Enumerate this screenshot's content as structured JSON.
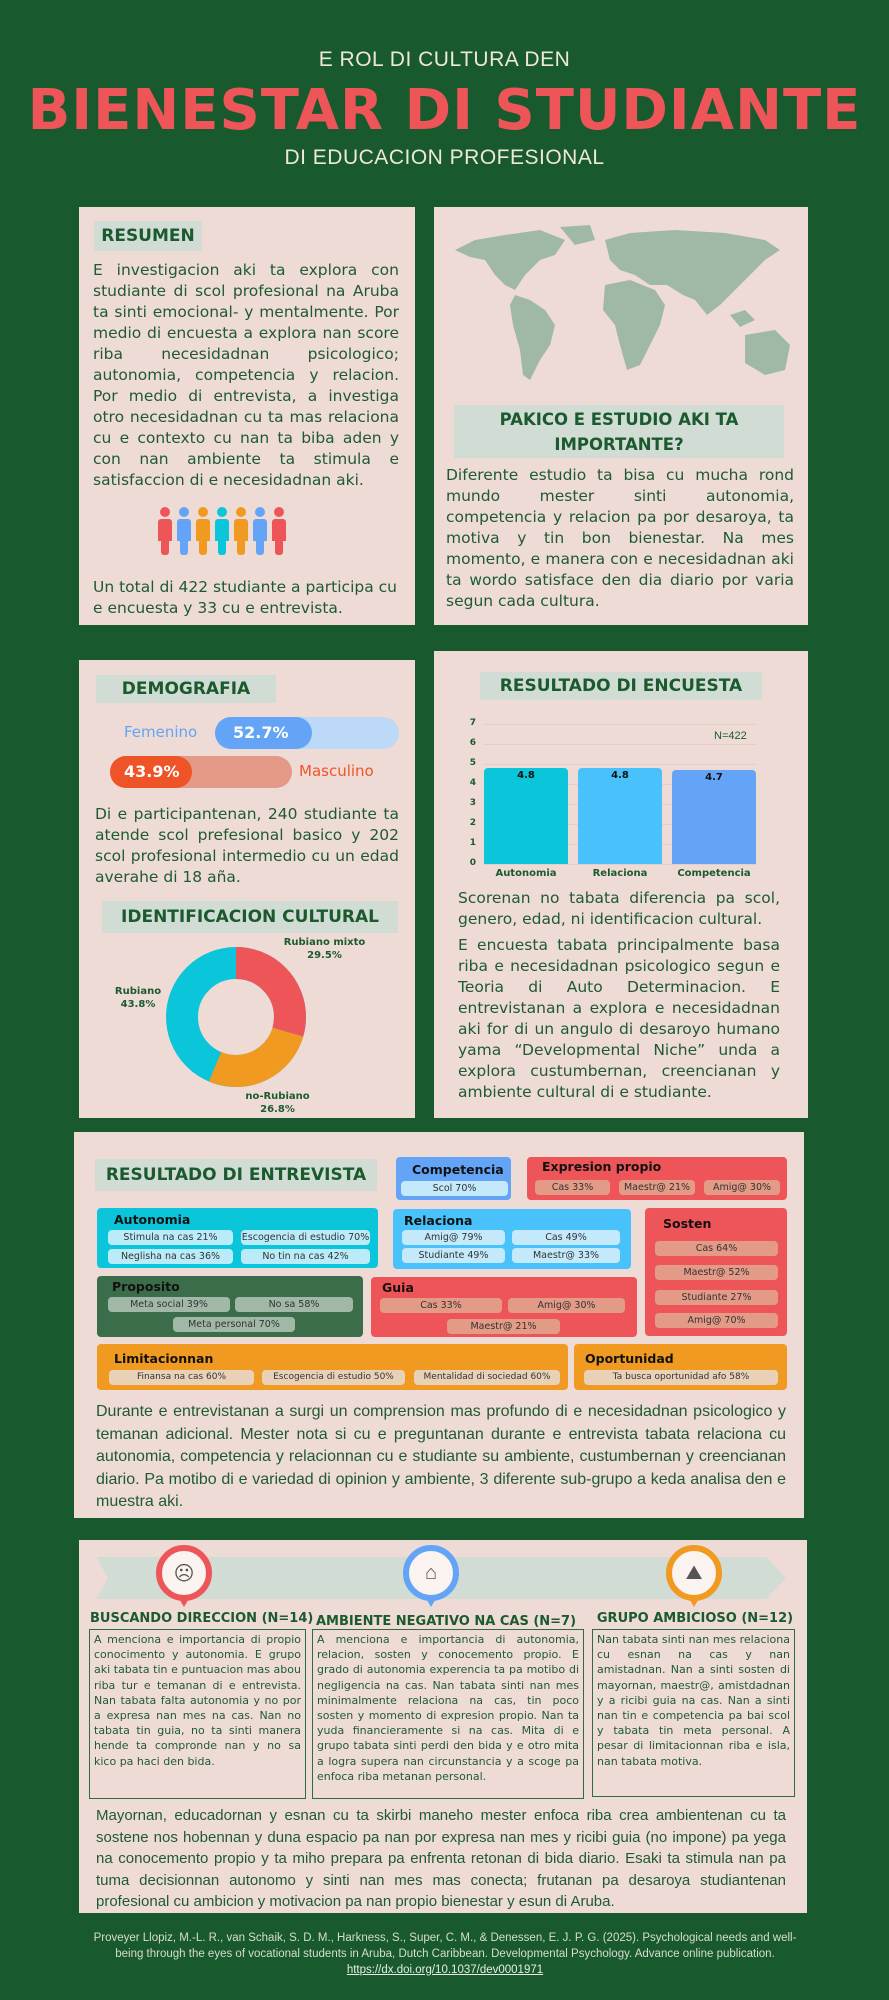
{
  "header": {
    "pre_title": "E ROL DI CULTURA DEN",
    "title": "BIENESTAR DI STUDIANTE",
    "sub_title": "DI EDUCACION PROFESIONAL"
  },
  "resumen": {
    "title": "RESUMEN",
    "body": "E investigacion aki ta explora con studiante di scol profesional na Aruba ta sinti emocional- y mentalmente. Por medio di encuesta a explora nan score riba necesidadnan psicologico; autonomia, competencia y relacion. Por medio di entrevista, a investiga otro necesidadnan cu ta mas relaciona cu e contexto cu nan ta biba aden y con nan ambiente ta stimula e satisfaccion di e necesidadnan aki.",
    "people_icon_colors": [
      "#ee5558",
      "#64a4f6",
      "#f19a21",
      "#0bc6da",
      "#f19a21",
      "#64a4f6",
      "#ee5558"
    ],
    "total": "Un total di 422 studiante a participa cu e encuesta y 33 cu e entrevista."
  },
  "importance": {
    "map_icon": "world-map-icon",
    "title": "PAKICO E ESTUDIO AKI TA IMPORTANTE?",
    "body": "Diferente estudio ta bisa cu mucha rond mundo mester sinti autonomia, competencia y relacion pa por desaroya, ta motiva y tin bon bienestar. Na mes momento, e manera con e necesidadnan aki ta wordo satisface den dia diario por varia segun cada cultura."
  },
  "demografia": {
    "title": "DEMOGRAFIA",
    "female_label": "Femenino",
    "female_value": "52.7%",
    "male_label": "Masculino",
    "male_value": "43.9%",
    "body": "Di e participantenan, 240 studiante ta atende scol prefesional basico y 202 scol profesional intermedio cu un edad averahe di 18 aña."
  },
  "identificacion": {
    "title": "IDENTIFICACION CULTURAL",
    "slices": [
      {
        "label": "Rubiano mixto",
        "value": "29.5%"
      },
      {
        "label": "no-Rubiano",
        "value": "26.8%"
      },
      {
        "label": "Rubiano",
        "value": "43.8%"
      }
    ]
  },
  "encuesta": {
    "title": "RESULTADO DI ENCUESTA",
    "n_label": "N=422",
    "y_ticks": [
      "0",
      "1",
      "2",
      "3",
      "4",
      "5",
      "6",
      "7"
    ],
    "bars": [
      {
        "label": "Autonomia",
        "value": "4.8"
      },
      {
        "label": "Relaciona",
        "value": "4.8"
      },
      {
        "label": "Competencia",
        "value": "4.7"
      }
    ],
    "note": "Scorenan no tabata diferencia pa scol, genero, edad, ni identificacion cultural.",
    "body": "E encuesta tabata principalmente basa riba e necesidadnan psicologico segun e Teoria di Auto Determinacion. E entrevistanan a explora e necesidadnan aki for di un angulo di desaroyo humano yama “Developmental Niche” unda a explora custumbernan, creencianan y ambiente cultural di e studiante."
  },
  "chart_data": [
    {
      "type": "bar",
      "title": "RESULTADO DI ENCUESTA",
      "categories": [
        "Autonomia",
        "Relaciona",
        "Competencia"
      ],
      "values": [
        4.8,
        4.8,
        4.7
      ],
      "xlabel": "",
      "ylabel": "",
      "ylim": [
        0,
        7
      ],
      "annotations": [
        "N=422"
      ],
      "grid": true
    },
    {
      "type": "pie",
      "title": "IDENTIFICACION CULTURAL",
      "categories": [
        "Rubiano mixto",
        "no-Rubiano",
        "Rubiano"
      ],
      "values": [
        29.5,
        26.8,
        43.8
      ],
      "colors": [
        "#ee5558",
        "#f19a21",
        "#0bc6da"
      ]
    },
    {
      "type": "bar",
      "title": "DEMOGRAFIA",
      "categories": [
        "Femenino",
        "Masculino"
      ],
      "values": [
        52.7,
        43.9
      ]
    }
  ],
  "entrevista": {
    "title": "RESULTADO DI ENTREVISTA",
    "competencia": {
      "title": "Competencia",
      "items": [
        "Scol 70%"
      ]
    },
    "expresion": {
      "title": "Expresion propio",
      "items": [
        "Cas 33%",
        "Maestr@ 21%",
        "Amig@ 30%"
      ]
    },
    "autonomia": {
      "title": "Autonomia",
      "items": [
        "Stimula na cas 21%",
        "Escogencia di estudio 70%",
        "Neglisha na cas 36%",
        "No tin na cas 42%"
      ]
    },
    "relaciona": {
      "title": "Relaciona",
      "items": [
        "Amig@ 79%",
        "Cas 49%",
        "Studiante 49%",
        "Maestr@ 33%"
      ]
    },
    "sosten": {
      "title": "Sosten",
      "items": [
        "Cas 64%",
        "Maestr@ 52%",
        "Studiante 27%",
        "Amig@ 70%"
      ]
    },
    "proposito": {
      "title": "Proposito",
      "items": [
        "Meta social 39%",
        "No sa 58%",
        "Meta personal 70%"
      ]
    },
    "guia": {
      "title": "Guia",
      "items": [
        "Cas 33%",
        "Amig@ 30%",
        "Maestr@ 21%"
      ]
    },
    "limitacionnan": {
      "title": "Limitacionnan",
      "items": [
        "Finansa na cas 60%",
        "Escogencia di estudio 50%",
        "Mentalidad di sociedad 60%"
      ]
    },
    "oportunidad": {
      "title": "Oportunidad",
      "items": [
        "Ta busca oportunidad afo 58%"
      ]
    },
    "body": "Durante e entrevistanan a surgi un comprension mas profundo di e necesidadnan psicologico y temanan adicional. Mester nota si cu e preguntanan durante e entrevista tabata relaciona cu autonomia, competencia y relacionnan cu e studiante su ambiente, custumbernan y creencianan diario. Pa motibo di e variedad di opinion y ambiente, 3 diferente sub-grupo a keda analisa den e muestra aki."
  },
  "groups": [
    {
      "title": "BUSCANDO DIRECCION (N=14)",
      "icon": "stressed-person-icon",
      "color": "#ee5558",
      "body": "A menciona e importancia di propio conocimento y autonomia. E grupo aki tabata tin e puntuacion mas abou riba tur e temanan di e entrevista. Nan tabata falta autonomia y no por a expresa nan mes na cas. Nan no tabata tin guia, no ta sinti manera hende ta compronde nan y no sa kico pa haci den bida."
    },
    {
      "title": "AMBIENTE NEGATIVO NA CAS (N=7)",
      "icon": "house-icon",
      "color": "#64a4f6",
      "body": "A menciona e importancia di autonomia, relacion, sosten y conocemento propio. E grado di autonomia experencia ta pa motibo di negligencia na cas. Nan tabata sinti nan mes minimalmente relaciona na cas, tin poco sosten y momento di expresion propio. Nan ta yuda financieramente si na cas. Mita di e grupo tabata sinti perdi den bida y e otro mita a logra supera nan circunstancia y a scoge pa enfoca riba metanan personal."
    },
    {
      "title": "GRUPO AMBICIOSO (N=12)",
      "icon": "climbing-person-icon",
      "color": "#f19a21",
      "body": "Nan tabata sinti nan mes relaciona cu esnan na cas y nan amistadnan. Nan a sinti sosten di mayornan, maestr@, amistdadnan y a ricibi guia na cas. Nan a sinti nan tin e competencia pa bai scol y tabata tin meta personal. A pesar di limitacionnan riba e isla, nan tabata motiva."
    }
  ],
  "conclusion": "Mayornan, educadornan y esnan cu ta skirbi maneho mester enfoca riba crea ambientenan cu ta sostene nos hobennan y duna espacio pa nan por expresa nan mes y ricibi guia (no impone) pa yega na conocemento propio y ta miho prepara pa enfrenta retonan di bida diario. Esaki ta stimula nan pa tuma decisionnan autonomo y sinti nan mes mas conecta; frutanan pa desaroya studiantenan profesional cu ambicion y motivacion pa nan propio bienestar y esun di Aruba.",
  "reference": {
    "text": "Proveyer Llopiz, M.-L. R., van Schaik, S. D. M., Harkness, S., Super, C. M., & Denessen, E. J. P. G. (2025). Psychological needs and well-being through the eyes of vocational students in Aruba, Dutch Caribbean. Developmental Psychology. Advance online publication.",
    "link": "https://dx.doi.org/10.1037/dev0001971"
  },
  "colors": {
    "background": "#185a2e",
    "panel": "#efdbd5",
    "title_red": "#ee5558",
    "dark_green": "#1a5a2e",
    "section_header_bg": "#d1dcd5",
    "cyan": "#0bc6da",
    "light_blue": "#49c2fc",
    "blue": "#64a4f6",
    "orange": "#f19a21",
    "red": "#ee5558",
    "green_card": "#3b6d4a"
  }
}
